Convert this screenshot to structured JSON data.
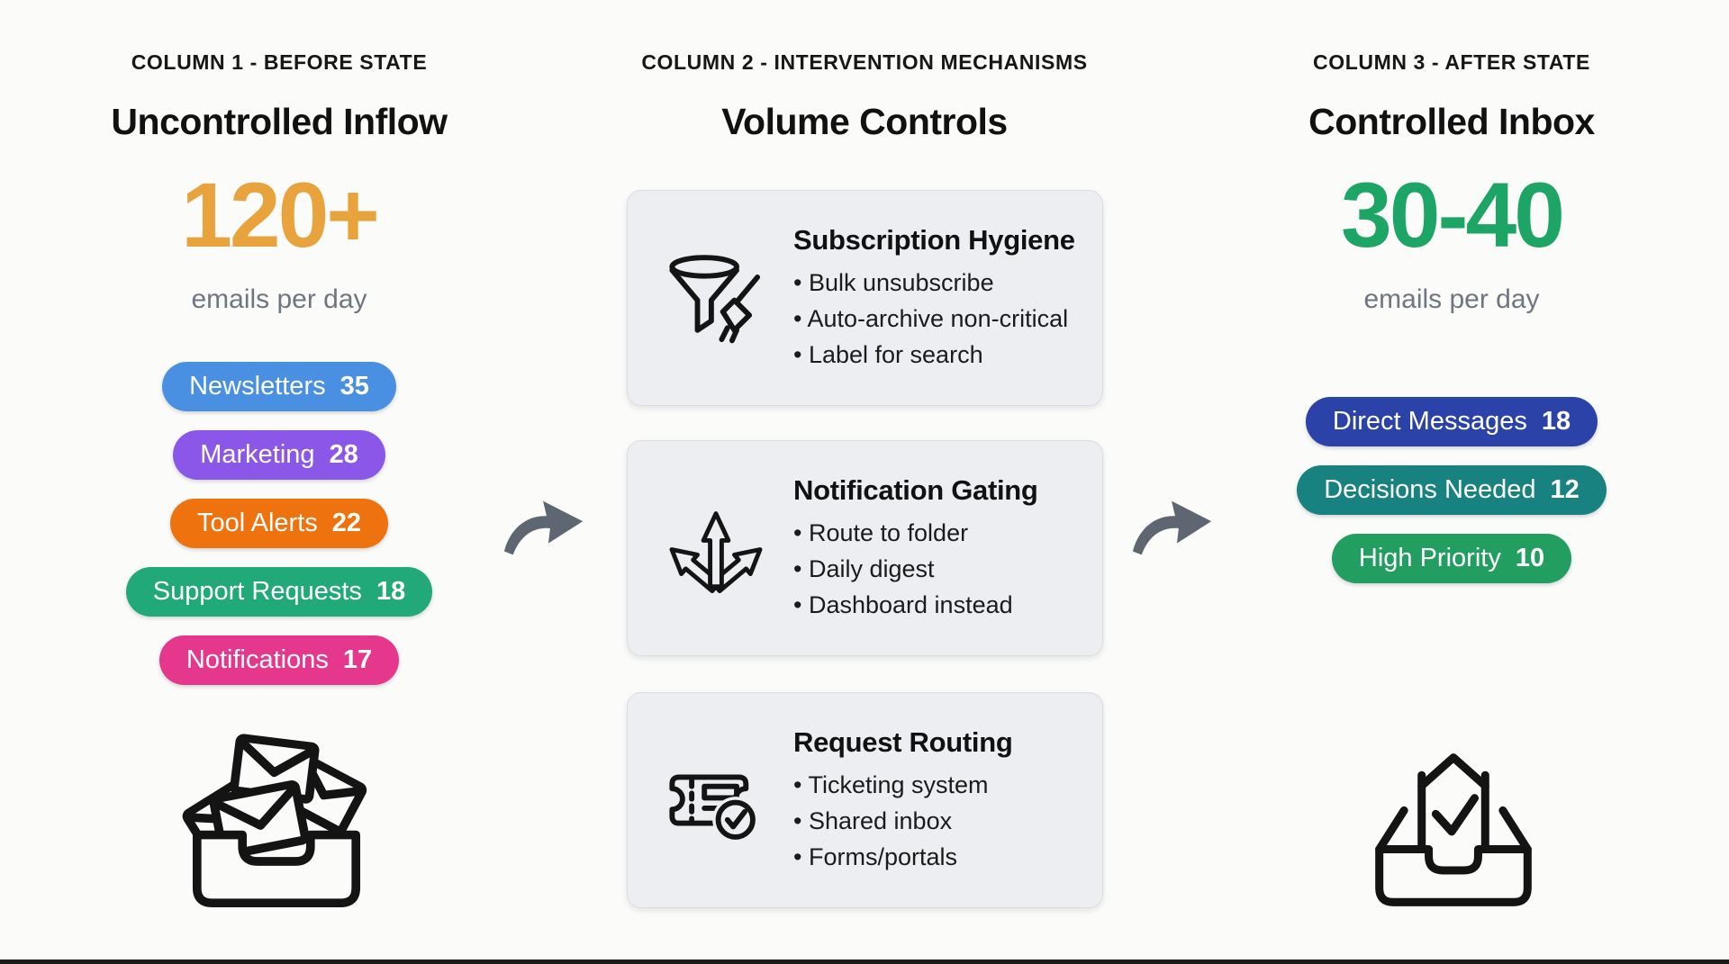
{
  "columns": {
    "before": {
      "kicker": "COLUMN 1 - BEFORE STATE",
      "title": "Uncontrolled Inflow",
      "metric": {
        "value": "120+",
        "caption": "emails per day",
        "color": "#e8a33c"
      },
      "pills": [
        {
          "label": "Newsletters",
          "count": "35",
          "color": "#4a90e2"
        },
        {
          "label": "Marketing",
          "count": "28",
          "color": "#8a57e8"
        },
        {
          "label": "Tool Alerts",
          "count": "22",
          "color": "#ee720e"
        },
        {
          "label": "Support Requests",
          "count": "18",
          "color": "#21a97a"
        },
        {
          "label": "Notifications",
          "count": "17",
          "color": "#e5388c"
        }
      ],
      "icon": "overflowing-inbox-icon"
    },
    "interventions": {
      "kicker": "COLUMN 2 - INTERVENTION MECHANISMS",
      "title": "Volume Controls",
      "cards": [
        {
          "icon": "funnel-brush-icon",
          "title": "Subscription Hygiene",
          "bullets": [
            "Bulk unsubscribe",
            "Auto-archive non-critical",
            "Label for search"
          ]
        },
        {
          "icon": "branching-arrows-icon",
          "title": "Notification Gating",
          "bullets": [
            "Route to folder",
            "Daily digest",
            "Dashboard instead"
          ]
        },
        {
          "icon": "ticket-check-icon",
          "title": "Request Routing",
          "bullets": [
            "Ticketing system",
            "Shared inbox",
            "Forms/portals"
          ]
        }
      ]
    },
    "after": {
      "kicker": "COLUMN 3 - AFTER STATE",
      "title": "Controlled Inbox",
      "metric": {
        "value": "30-40",
        "caption": "emails per day",
        "color": "#1ca565"
      },
      "pills": [
        {
          "label": "Direct Messages",
          "count": "18",
          "color": "#2b42a8"
        },
        {
          "label": "Decisions Needed",
          "count": "12",
          "color": "#17827f"
        },
        {
          "label": "High Priority",
          "count": "10",
          "color": "#219e60"
        }
      ],
      "icon": "inbox-check-icon"
    }
  },
  "arrows": {
    "color": "#5e6771"
  }
}
